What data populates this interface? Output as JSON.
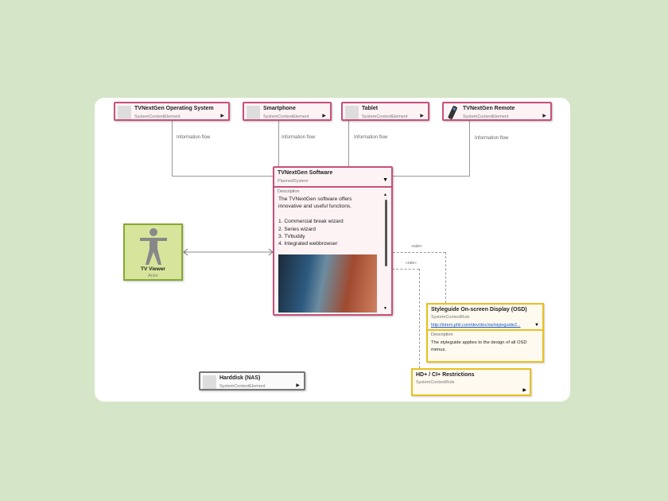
{
  "top_nodes": [
    {
      "title": "TVNextGen Operating System",
      "type": "SystemContextElement",
      "icon": "placeholder-image-icon"
    },
    {
      "title": "Smartphone",
      "type": "SystemContextElement",
      "icon": "placeholder-image-icon"
    },
    {
      "title": "Tablet",
      "type": "SystemContextElement",
      "icon": "placeholder-image-icon"
    },
    {
      "title": "TVNextGen Remote",
      "type": "SystemContextElement",
      "icon": "remote-control-icon"
    }
  ],
  "flow_label": "Information flow",
  "software": {
    "title": "TVNextGen Software",
    "type": "PlannedSystem",
    "desc_label": "Description",
    "desc_lines": [
      "The TVNextGen software offers",
      "innovative and useful functions."
    ],
    "list": [
      "1. Commercial break wizard",
      "2. Series wizard",
      "3. TVbuddy",
      "4. Integrated webbrowser"
    ]
  },
  "actor": {
    "title": "TV Viewer",
    "type": "Actor"
  },
  "harddisk": {
    "title": "Harddisk (NAS)",
    "type": "SystemContextElement"
  },
  "rule_label": "«rule»",
  "styleguide": {
    "title": "Styleguide On-screen Display (OSD)",
    "type": "SystemContextRule",
    "link": "http://intern.phil.com/dev/doc/sw/styleguide2...",
    "desc_label": "Description",
    "desc": "The styleguide applies to the design of all OSD menus."
  },
  "hd": {
    "title": "HD+ / CI+ Restrictions",
    "type": "SystemContextRule"
  }
}
